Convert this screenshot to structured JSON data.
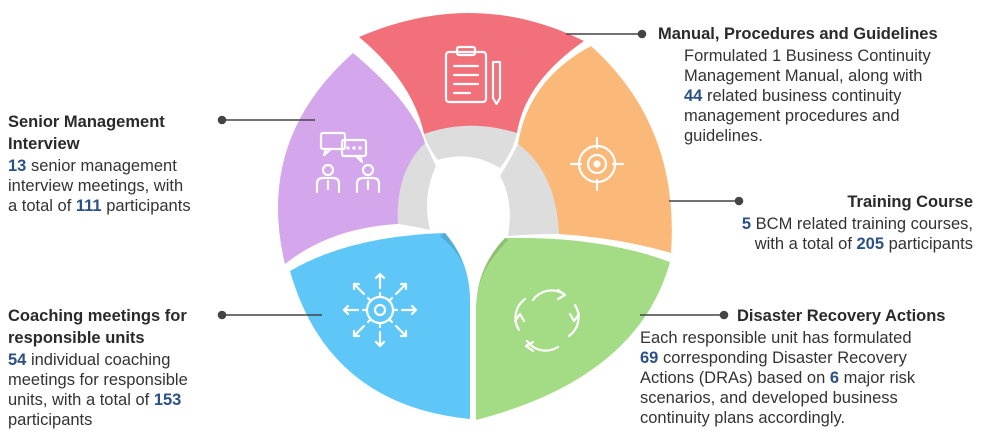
{
  "colors": {
    "red": "#f2707a",
    "orange": "#fbb979",
    "green": "#a3dc84",
    "blue": "#5ec7f8",
    "purple": "#d4a6ec",
    "number": "#2c5187",
    "leader": "#444444"
  },
  "segments": [
    {
      "name": "manual",
      "color_key": "red",
      "icon": "clipboard-pencil-icon"
    },
    {
      "name": "training",
      "color_key": "orange",
      "icon": "target-icon"
    },
    {
      "name": "disaster-recovery",
      "color_key": "green",
      "icon": "refresh-cycle-icon"
    },
    {
      "name": "coaching",
      "color_key": "blue",
      "icon": "gear-arrows-icon"
    },
    {
      "name": "interview",
      "color_key": "purple",
      "icon": "people-chat-icon"
    }
  ],
  "callouts": {
    "manual": {
      "title": "Manual, Procedures and Guidelines",
      "line1": "Formulated 1 Business Continuity",
      "line2": "Management Manual, along with",
      "num1": "44",
      "line3": " related business continuity",
      "line4": "management procedures and",
      "line5": "guidelines."
    },
    "training": {
      "title": "Training Course",
      "num1": "5",
      "line1": " BCM related training courses,",
      "line2a": "with a total of ",
      "num2": "205",
      "line2b": " participants"
    },
    "disaster": {
      "title": "Disaster Recovery Actions",
      "line1": "Each responsible unit has formulated",
      "num1": "69",
      "line2": " corresponding Disaster Recovery",
      "line3a": "Actions (DRAs) based on ",
      "num2": "6",
      "line3b": " major risk",
      "line4": "scenarios, and developed business",
      "line5": "continuity plans accordingly."
    },
    "interview": {
      "title1": "Senior Management",
      "title2": "Interview",
      "num1": "13",
      "line1": " senior management",
      "line2": "interview meetings, with",
      "line3a": "a total of ",
      "num2": "111",
      "line3b": " participants"
    },
    "coaching": {
      "title1": "Coaching meetings for",
      "title2": "responsible units",
      "num1": "54",
      "line1": " individual coaching",
      "line2": "meetings for responsible",
      "line3a": "units, with a total of ",
      "num2": "153",
      "line4": "participants"
    }
  }
}
